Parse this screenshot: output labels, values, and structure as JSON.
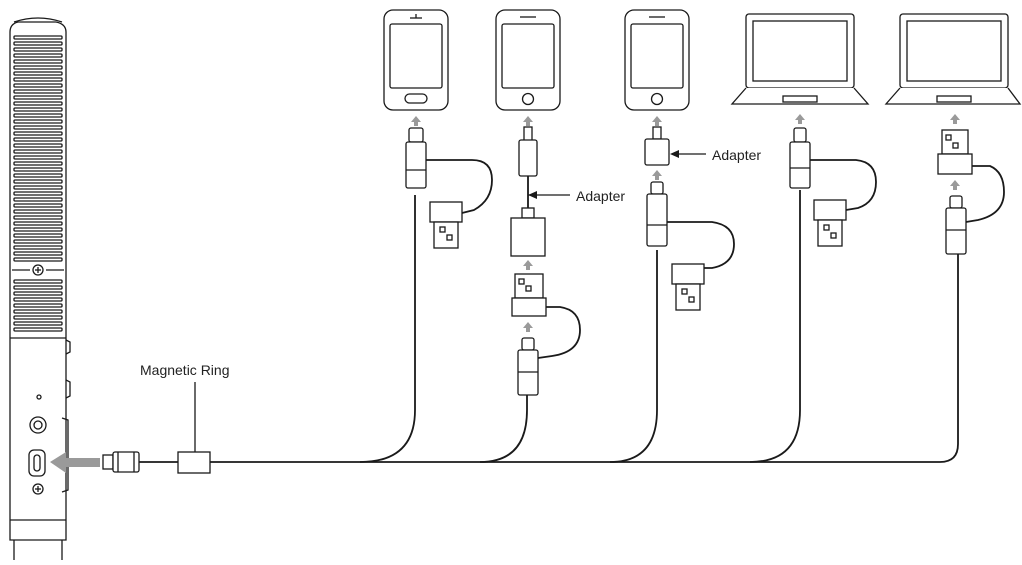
{
  "labels": {
    "magnetic_ring": "Magnetic Ring",
    "adapter_1": "Adapter",
    "adapter_2": "Adapter"
  },
  "colors": {
    "line": "#1a1a1a",
    "arrow": "#9a9a9a",
    "background": "#ffffff"
  },
  "devices": [
    {
      "type": "phone",
      "icon": "phone-usb-c-icon"
    },
    {
      "type": "phone",
      "icon": "phone-lightning-icon"
    },
    {
      "type": "phone",
      "icon": "phone-lightning-icon"
    },
    {
      "type": "laptop",
      "icon": "laptop-usb-c-icon"
    },
    {
      "type": "laptop",
      "icon": "laptop-usb-a-icon"
    }
  ]
}
